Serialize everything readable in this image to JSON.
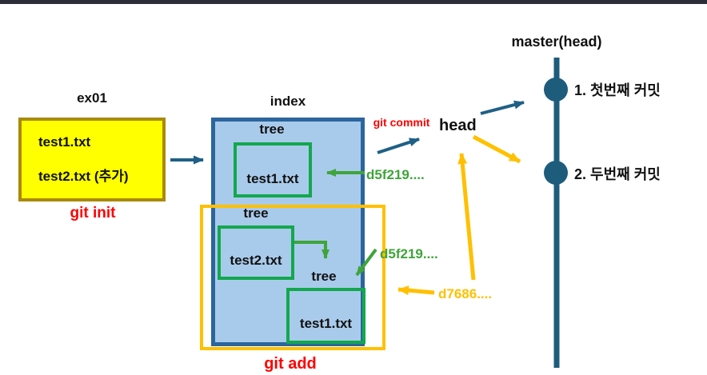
{
  "working_dir": {
    "title": "ex01",
    "file1": "test1.txt",
    "file2": "test2.txt (추가)",
    "caption": "git init"
  },
  "index_area": {
    "title": "index",
    "tree1": {
      "label": "tree",
      "file": "test1.txt"
    },
    "tree2": {
      "label": "tree",
      "file": "test2.txt"
    },
    "tree3": {
      "label": "tree",
      "file": "test1.txt"
    },
    "caption": "git add"
  },
  "commit_flow": {
    "git_commit_label": "git commit",
    "head_label": "head",
    "hash_tree1": "d5f219....",
    "hash_tree3": "d5f219....",
    "hash_commit2": "d7686...."
  },
  "branch": {
    "title": "master(head)",
    "commit1": "1. 첫번째 커밋",
    "commit2": "2. 두번째 커밋"
  },
  "colors": {
    "top_bar": "#2B2D39",
    "working_dir_fill": "#FFFF00",
    "working_dir_border": "#A98A0D",
    "index_fill": "#A9CBEB",
    "index_border": "#2B659E",
    "tree_box_green": "#13A74E",
    "hash_green": "#3FA43A",
    "accent_gold": "#FFC000",
    "teal_arrow": "#1F6086",
    "branch_line": "#1E5C7C",
    "caption_red": "#FF0000"
  }
}
